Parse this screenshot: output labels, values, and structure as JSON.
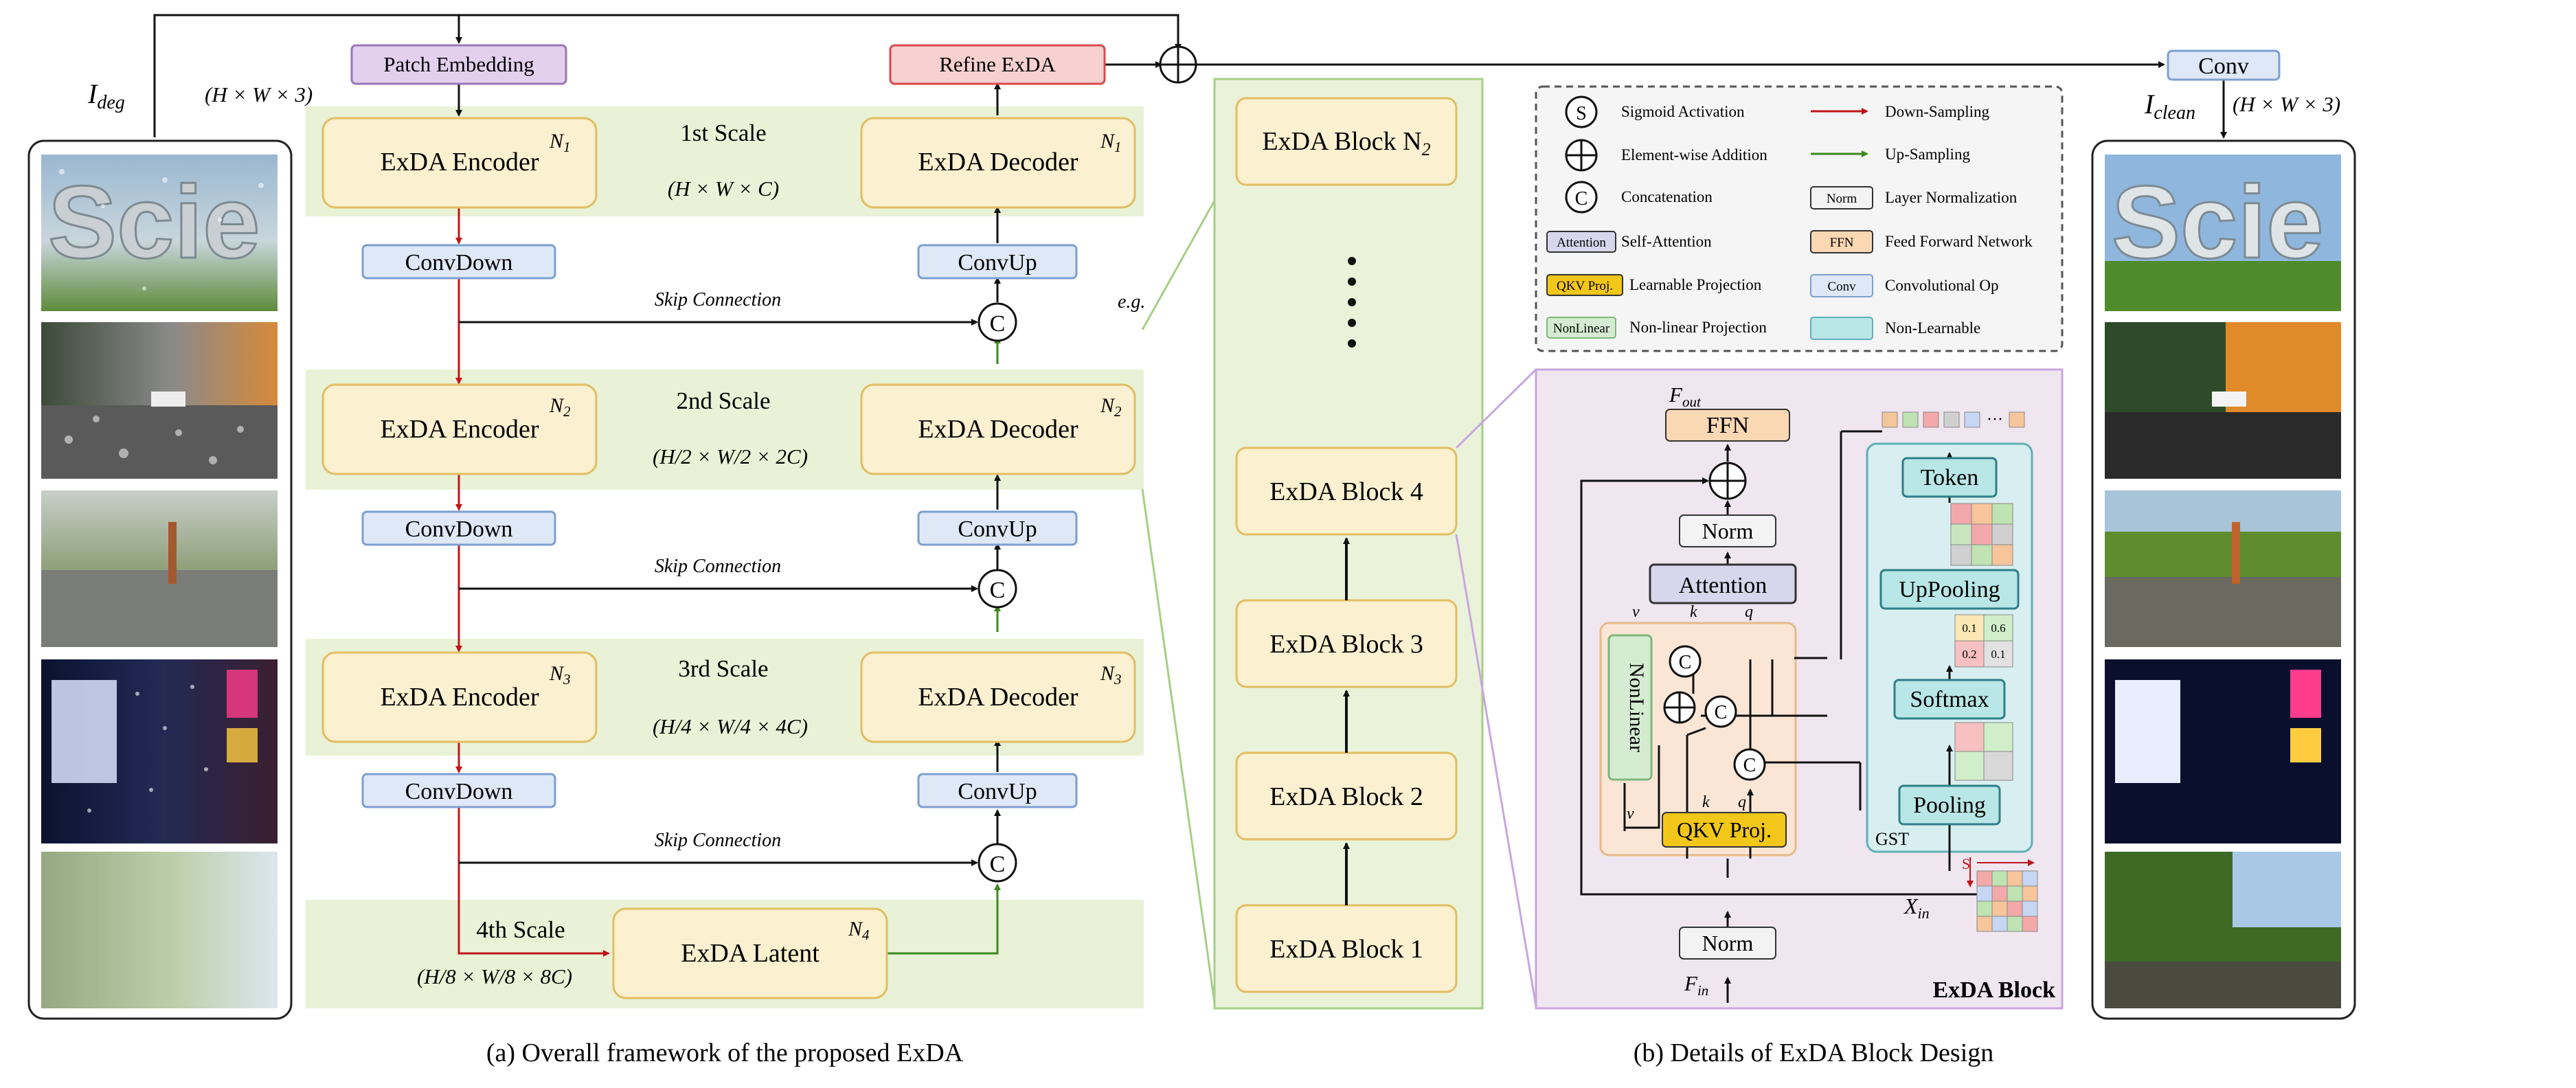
{
  "colors": {
    "block_fill": "#fbf0cf",
    "block_stroke": "#e2bd62",
    "conv_fill": "#dfe8f6",
    "conv_stroke": "#7c9fd0",
    "scale_band": "#e9f2d6",
    "latent_band": "#e9f2d6",
    "patch_fill": "#e3d0ee",
    "patch_stroke": "#9b76b6",
    "refine_fill": "#f7d0d0",
    "refine_stroke": "#d94a4a",
    "down_arrow": "#c0161b",
    "up_arrow": "#3c8a1f",
    "detail_bg": "#efe6f0",
    "detail_stroke": "#c8a6df",
    "gst_fill": "#d9eef0",
    "gst_stroke": "#5fb0b8",
    "teal_box": "#b9e6e6",
    "qkv_fill": "#f3c719",
    "nonlinear_fill": "#d5ecd2",
    "nonlinear_stroke": "#7fb77a",
    "attention_fill": "#d8d6ec",
    "ffn_fill": "#fbd8b4",
    "stack_bg": "#eaf3d9",
    "stack_stroke": "#a6cf86"
  },
  "framework": {
    "input_label": "I_deg",
    "input_dims": "(H × W × 3)",
    "output_label": "I_clean",
    "output_dims": "(H × W × 3)",
    "patch_embedding": "Patch Embedding",
    "refine": "Refine ExDA",
    "conv_out": "Conv",
    "input_images": [
      "sign-rain",
      "street-raindrops",
      "field-haze",
      "night-city-snow",
      "forest-haze"
    ],
    "output_images": [
      "sign-clean",
      "street-clean",
      "field-clean",
      "night-city-clean",
      "forest-clean"
    ],
    "scales": [
      {
        "name": "1st Scale",
        "dims": "(H × W × C)",
        "enc": "ExDA Encoder",
        "dec": "ExDA Decoder",
        "n": "N1"
      },
      {
        "name": "2nd Scale",
        "dims": "(H/2 × W/2 × 2C)",
        "enc": "ExDA Encoder",
        "dec": "ExDA Decoder",
        "n": "N2"
      },
      {
        "name": "3rd Scale",
        "dims": "(H/4 × W/4 × 4C)",
        "enc": "ExDA Encoder",
        "dec": "ExDA Decoder",
        "n": "N3"
      }
    ],
    "convdown": "ConvDown",
    "convup": "ConvUp",
    "skip": "Skip Connection",
    "concat_symbol": "C",
    "latent_scale": "4th Scale",
    "latent_dims": "(H/8 × W/8 × 8C)",
    "latent": "ExDA Latent",
    "latent_n": "N4",
    "eg": "e.g.",
    "caption": "(a)  Overall framework of the proposed ExDA"
  },
  "stack": {
    "top": "ExDA Block N2",
    "blocks": [
      "ExDA Block 4",
      "ExDA Block 3",
      "ExDA Block 2",
      "ExDA Block 1"
    ]
  },
  "legend": [
    {
      "symbol": "S",
      "label": "Sigmoid Activation"
    },
    {
      "symbol": "⊕",
      "label": "Element-wise Addition"
    },
    {
      "symbol": "C",
      "label": "Concatenation"
    },
    {
      "box": "Attention",
      "label": "Self-Attention"
    },
    {
      "box": "QKV Proj.",
      "label": "Learnable Projection"
    },
    {
      "box": "NonLinear",
      "label": "Non-linear Projection"
    },
    {
      "arrow": "red",
      "label": "Down-Sampling"
    },
    {
      "arrow": "green",
      "label": "Up-Sampling"
    },
    {
      "box": "Norm",
      "label": "Layer Normalization"
    },
    {
      "box": "FFN",
      "label": "Feed Forward Network"
    },
    {
      "box": "Conv",
      "label": "Convolutional Op"
    },
    {
      "box": "teal",
      "label": "Non-Learnable"
    }
  ],
  "block_detail": {
    "f_out": "F_out",
    "f_in": "F_in",
    "x_in": "X_in",
    "ffn": "FFN",
    "norm_top": "Norm",
    "attention": "Attention",
    "nonlinear": "NonLinear",
    "qkv": "QKV Proj.",
    "norm_bottom": "Norm",
    "token": "Token",
    "uppooling": "UpPooling",
    "softmax": "Softmax",
    "pooling": "Pooling",
    "gst": "GST",
    "s_mark": "S",
    "v": "v",
    "k": "k",
    "q": "q",
    "mini_values": [
      "0.1",
      "0.6",
      "0.2",
      "0.1"
    ],
    "ellipsis": "···",
    "title": "ExDA Block",
    "caption": "(b)  Details of ExDA Block Design"
  }
}
